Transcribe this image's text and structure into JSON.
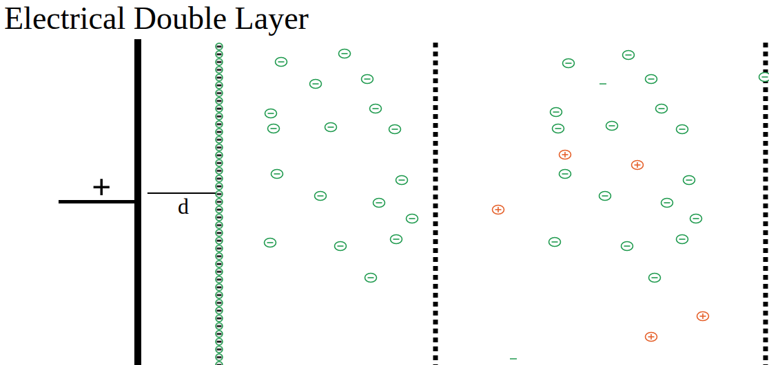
{
  "diagram": {
    "title": "Electrical Double Layer",
    "labels": [
      "+",
      "d"
    ]
  }
}
